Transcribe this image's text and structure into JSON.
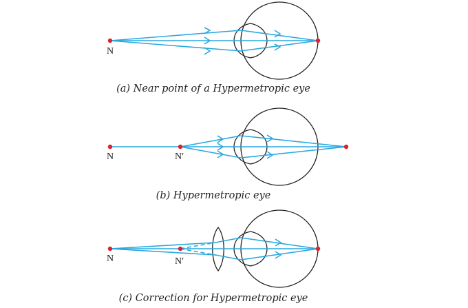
{
  "colors": {
    "ray": "#29a8df",
    "point": "#d9232d",
    "outline": "#231f20"
  },
  "panels": [
    {
      "id": "a",
      "caption": "(a) Near point of a Hypermetropic eye",
      "point_labels": [
        "N"
      ]
    },
    {
      "id": "b",
      "caption": "(b) Hypermetropic eye",
      "point_labels": [
        "N",
        "N′"
      ]
    },
    {
      "id": "c",
      "caption": "(c) Correction for Hypermetropic eye",
      "point_labels": [
        "N",
        "N′"
      ]
    }
  ]
}
